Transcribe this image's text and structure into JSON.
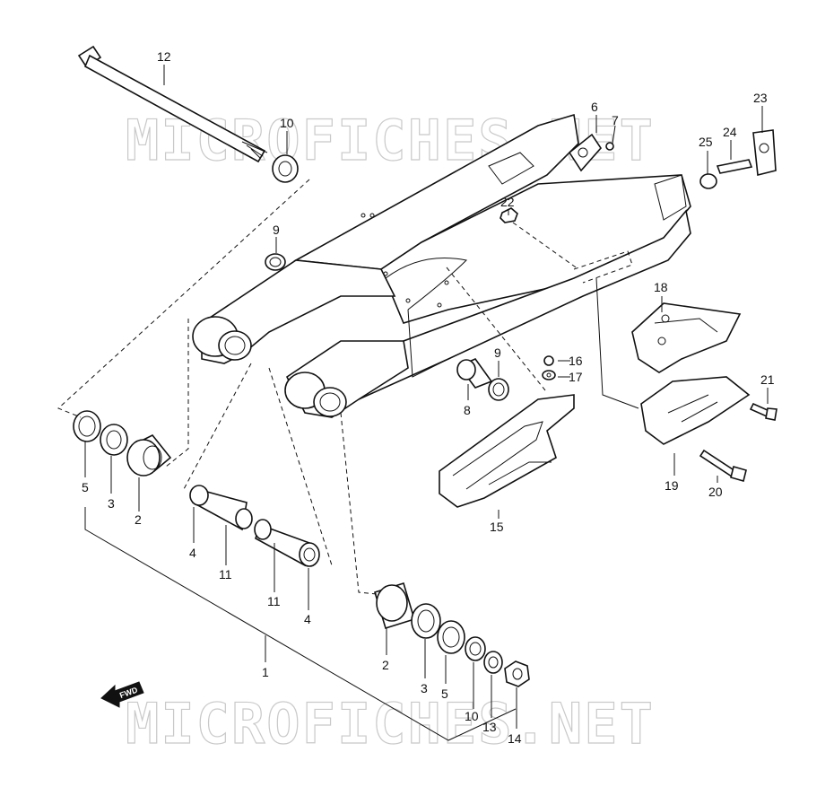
{
  "watermark": {
    "top": "MICROFICHES.NET",
    "bottom": "MICROFICHES.NET"
  },
  "direction_arrow": "FWD",
  "callouts": [
    {
      "id": "c12",
      "text": "12"
    },
    {
      "id": "c10a",
      "text": "10"
    },
    {
      "id": "c9a",
      "text": "9"
    },
    {
      "id": "c6",
      "text": "6"
    },
    {
      "id": "c7",
      "text": "7"
    },
    {
      "id": "c23",
      "text": "23"
    },
    {
      "id": "c24",
      "text": "24"
    },
    {
      "id": "c25",
      "text": "25"
    },
    {
      "id": "c22",
      "text": "22"
    },
    {
      "id": "c18",
      "text": "18"
    },
    {
      "id": "c16",
      "text": "16"
    },
    {
      "id": "c17",
      "text": "17"
    },
    {
      "id": "c9b",
      "text": "9"
    },
    {
      "id": "c8",
      "text": "8"
    },
    {
      "id": "c21",
      "text": "21"
    },
    {
      "id": "c15",
      "text": "15"
    },
    {
      "id": "c19",
      "text": "19"
    },
    {
      "id": "c20",
      "text": "20"
    },
    {
      "id": "c5a",
      "text": "5"
    },
    {
      "id": "c3a",
      "text": "3"
    },
    {
      "id": "c2a",
      "text": "2"
    },
    {
      "id": "c4a",
      "text": "4"
    },
    {
      "id": "c11a",
      "text": "11"
    },
    {
      "id": "c11b",
      "text": "11"
    },
    {
      "id": "c4b",
      "text": "4"
    },
    {
      "id": "c1",
      "text": "1"
    },
    {
      "id": "c2b",
      "text": "2"
    },
    {
      "id": "c3b",
      "text": "3"
    },
    {
      "id": "c5b",
      "text": "5"
    },
    {
      "id": "c10b",
      "text": "10"
    },
    {
      "id": "c13",
      "text": "13"
    },
    {
      "id": "c14",
      "text": "14"
    }
  ]
}
